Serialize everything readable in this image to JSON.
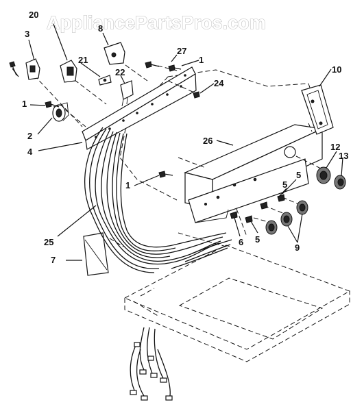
{
  "watermark": "AppliancePartsPros.com",
  "callouts": {
    "c1a": "1",
    "c1b": "1",
    "c1c": "1",
    "c2": "2",
    "c3": "3",
    "c4": "4",
    "c5a": "5",
    "c5b": "5",
    "c5c": "5",
    "c6": "6",
    "c7": "7",
    "c9": "9",
    "c10": "10",
    "c12": "12",
    "c13": "13",
    "c20": "20",
    "c21": "21",
    "c22": "22",
    "c24": "24",
    "c25": "25",
    "c26": "26",
    "c27": "27"
  }
}
